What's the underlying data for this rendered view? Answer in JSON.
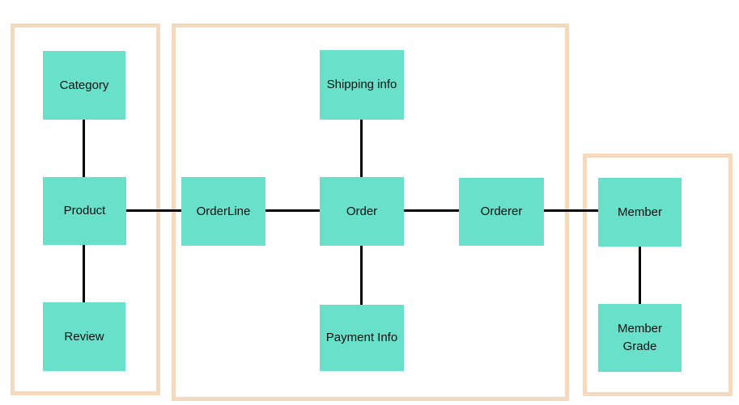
{
  "diagram": {
    "type": "domain-model",
    "colors": {
      "background": "#ffffff",
      "node_fill": "#69e0ca",
      "node_text": "#111111",
      "group_border": "#f5d9bc",
      "connector": "#000000"
    },
    "groups": [
      {
        "id": "product-group",
        "contains": [
          "Category",
          "Product",
          "Review"
        ]
      },
      {
        "id": "order-group",
        "contains": [
          "OrderLine",
          "Shipping info",
          "Order",
          "Payment Info",
          "Orderer"
        ]
      },
      {
        "id": "member-group",
        "contains": [
          "Member",
          "Member Grade"
        ]
      }
    ],
    "nodes": [
      {
        "id": "category",
        "label": "Category"
      },
      {
        "id": "product",
        "label": "Product"
      },
      {
        "id": "review",
        "label": "Review"
      },
      {
        "id": "orderline",
        "label": "OrderLine"
      },
      {
        "id": "shipping-info",
        "label": "Shipping info"
      },
      {
        "id": "order",
        "label": "Order"
      },
      {
        "id": "payment-info",
        "label": "Payment Info"
      },
      {
        "id": "orderer",
        "label": "Orderer"
      },
      {
        "id": "member",
        "label": "Member"
      },
      {
        "id": "member-grade",
        "label": "Member\nGrade"
      }
    ],
    "edges": [
      {
        "from": "Category",
        "to": "Product"
      },
      {
        "from": "Product",
        "to": "Review"
      },
      {
        "from": "Product",
        "to": "OrderLine"
      },
      {
        "from": "OrderLine",
        "to": "Order"
      },
      {
        "from": "Shipping info",
        "to": "Order"
      },
      {
        "from": "Order",
        "to": "Payment Info"
      },
      {
        "from": "Order",
        "to": "Orderer"
      },
      {
        "from": "Orderer",
        "to": "Member"
      },
      {
        "from": "Member",
        "to": "Member Grade"
      }
    ]
  }
}
